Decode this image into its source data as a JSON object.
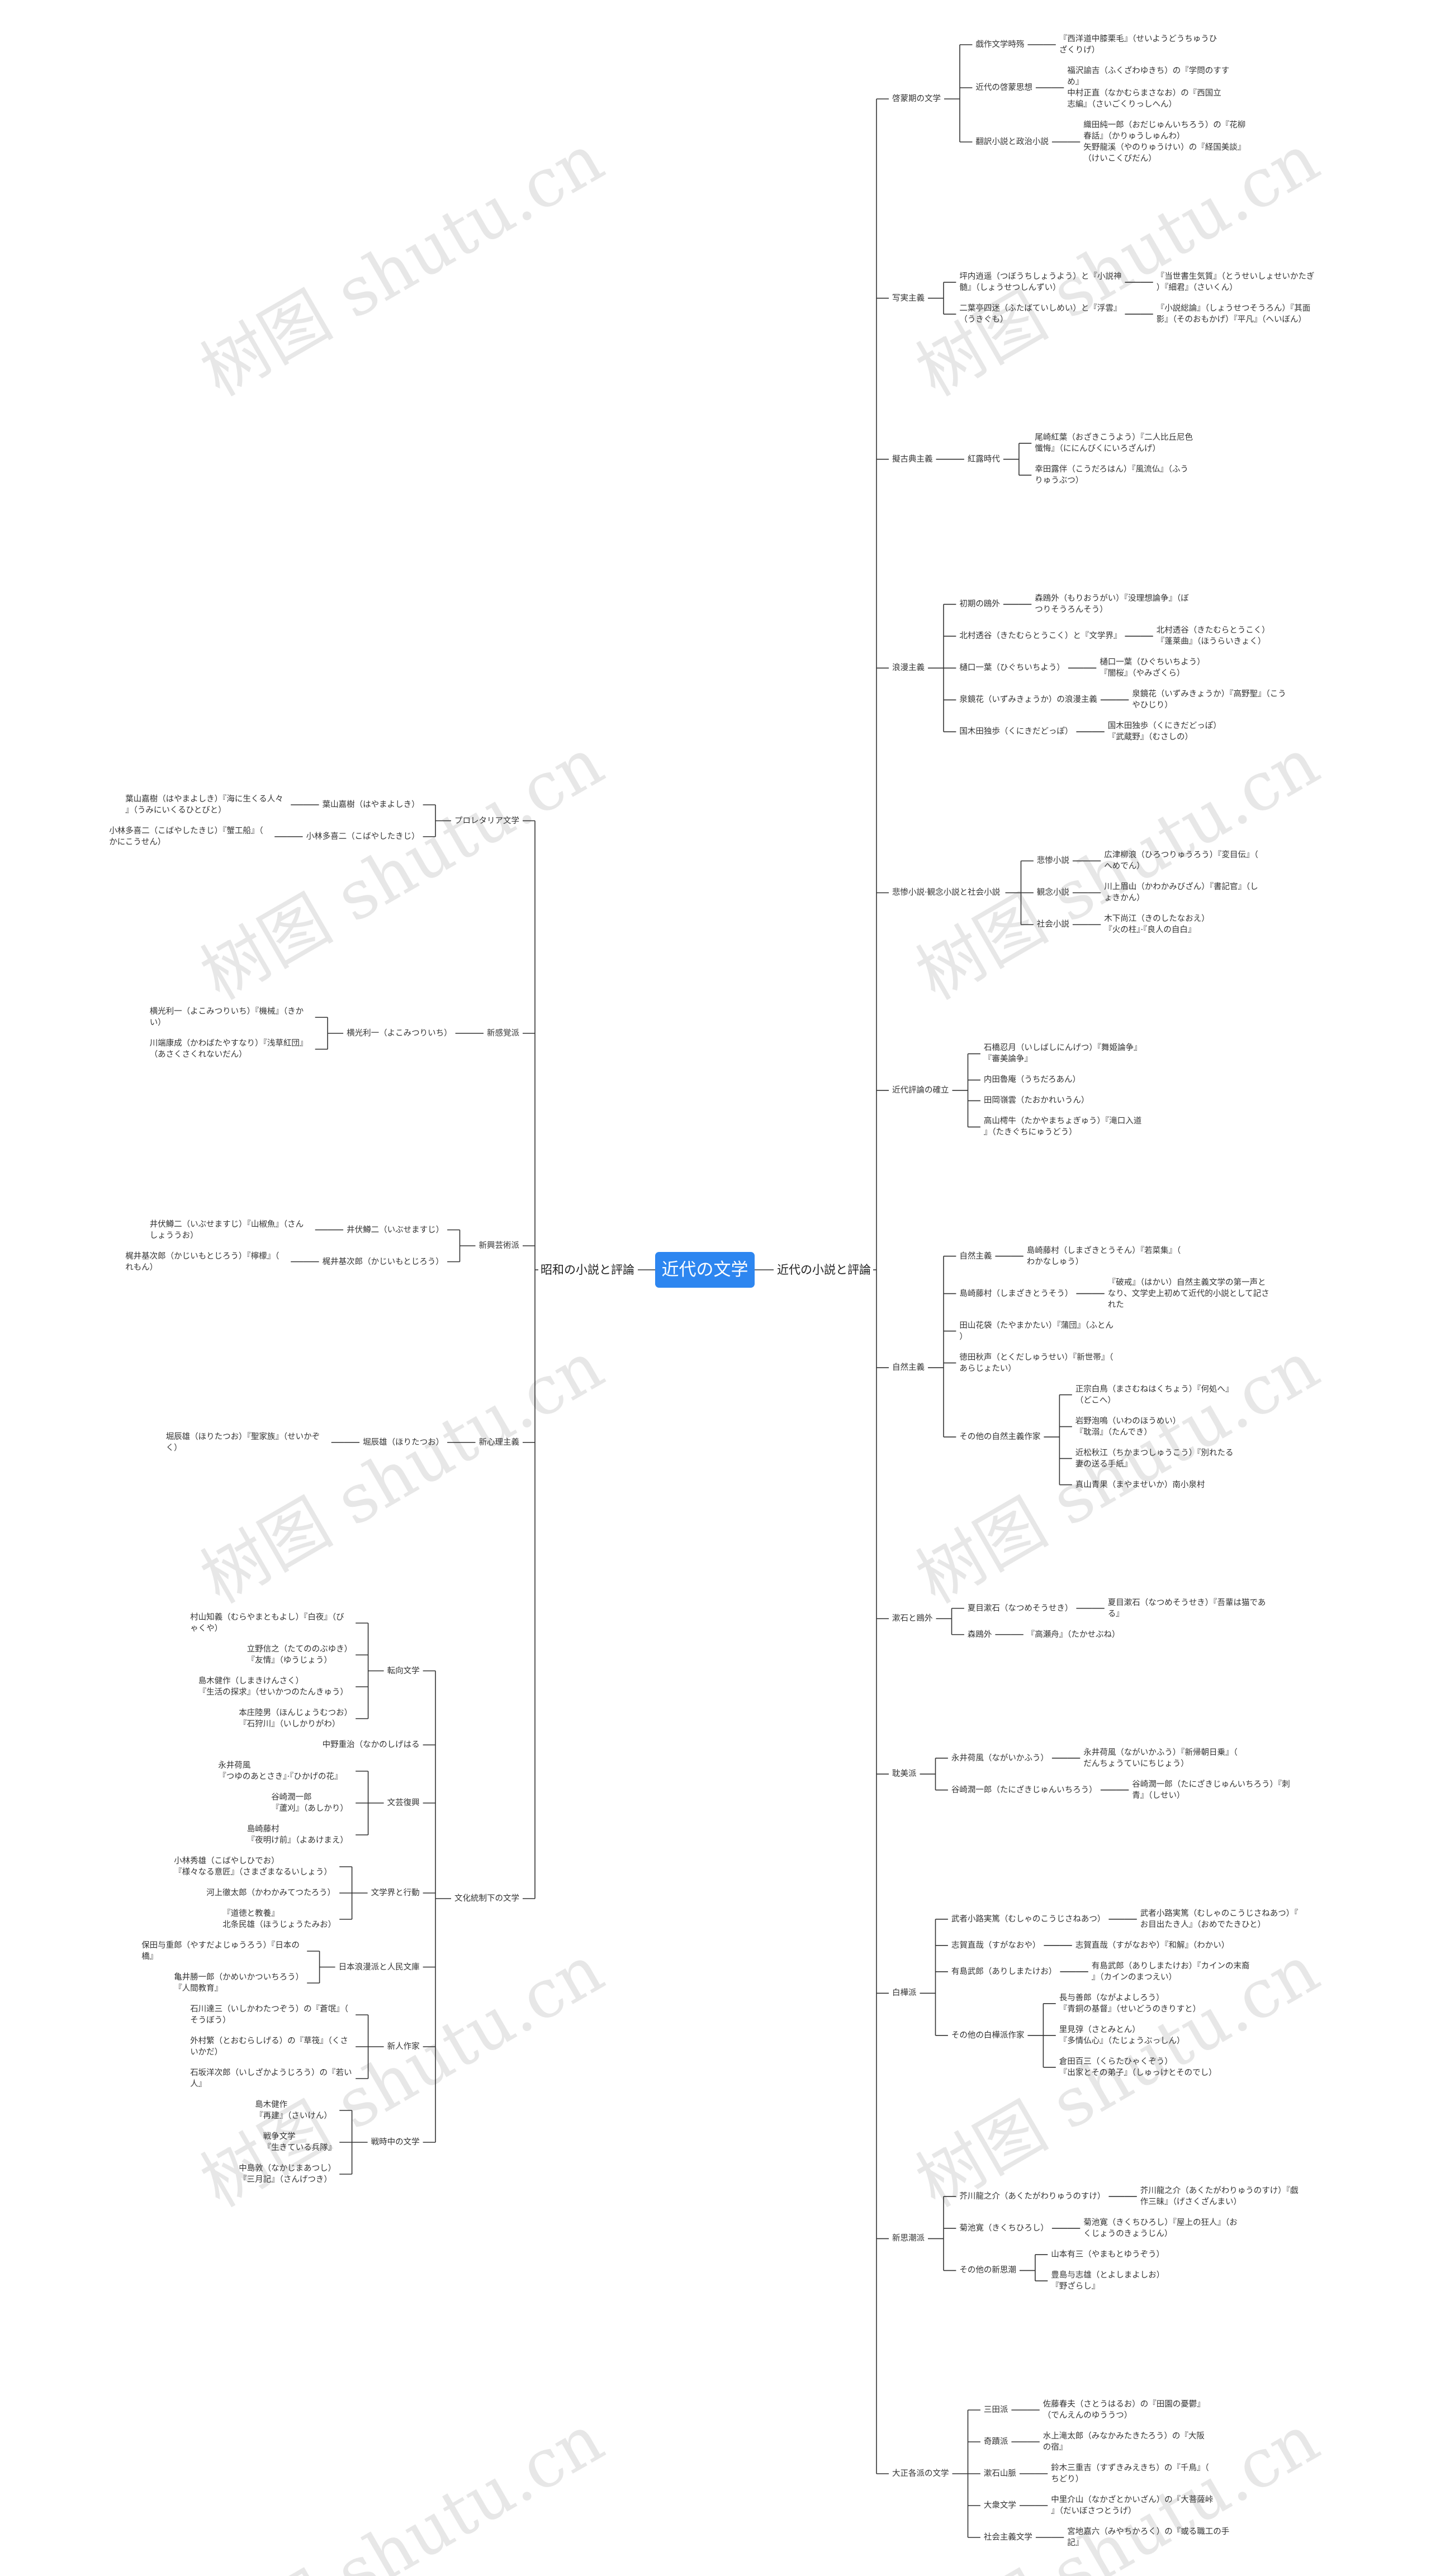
{
  "root": "近代の文学",
  "watermark": "树图 shutu.cn",
  "colors": {
    "root": "#2d86f0",
    "line": "#333333"
  },
  "right": {
    "label": "近代の小説と評論",
    "children": [
      {
        "label": "啓蒙期の文学",
        "children": [
          {
            "label": "戯作文学時殇",
            "children": [
              {
                "label": "『西洋道中膝栗毛』（せいようどうちゅうひ\nざくりげ）"
              }
            ]
          },
          {
            "label": "近代の啓蒙思想",
            "children": [
              {
                "label": "福沢諭吉（ふくざわゆきち）の『学問のすす\nめ』\n中村正直（なかむらまさなお）の『西国立\n志編』（さいごくりっしへん）"
              }
            ]
          },
          {
            "label": "翻訳小説と政治小説",
            "children": [
              {
                "label": "織田純一郎（おだじゅんいちろう）の『花柳\n春話』（かりゅうしゅんわ）\n矢野龍溪（やのりゅうけい）の『経国美談』\n（けいこくびだん）"
              }
            ]
          }
        ]
      },
      {
        "label": "写実主義",
        "children": [
          {
            "label": "坪内逍遥（つぼうちしょうよう）と『小説神\n髄』（しょうせつしんずい）",
            "children": [
              {
                "label": "『当世書生気質』（とうせいしょせいかたぎ\n）『細君』（さいくん）"
              }
            ]
          },
          {
            "label": "二葉亭四迷（ふたばていしめい）と『浮雲』\n（うきぐも）",
            "children": [
              {
                "label": "『小説総論』（しょうせつそうろん）『其面\n影』（そのおもかげ）『平凡』（へいぼん）"
              }
            ]
          }
        ]
      },
      {
        "label": "擬古典主義",
        "children": [
          {
            "label": "紅露時代",
            "children": [
              {
                "label": "尾崎紅葉（おざきこうよう）『二人比丘尼色\n懺悔』（ににんびくにいろざんげ）"
              },
              {
                "label": "幸田露伴（こうだろはん）『風流仏』（ふう\nりゅうぶつ）"
              }
            ]
          }
        ]
      },
      {
        "label": "浪漫主義",
        "children": [
          {
            "label": "初期の鴎外",
            "children": [
              {
                "label": "森鴎外（もりおうがい）『没理想論争』（ぼ\nつりそうろんそう）"
              }
            ]
          },
          {
            "label": "北村透谷（きたむらとうこく）と『文学界』",
            "children": [
              {
                "label": "北村透谷（きたむらとうこく）\n『蓬莱曲』（ほうらいきょく）"
              }
            ]
          },
          {
            "label": "樋口一葉（ひぐちいちよう）",
            "children": [
              {
                "label": "樋口一葉（ひぐちいちよう）\n『闇桜』（やみざくら）"
              }
            ]
          },
          {
            "label": "泉鏡花（いずみきょうか）の浪漫主義",
            "children": [
              {
                "label": "泉鏡花（いずみきょうか）『高野聖』（こう\nやひじり）"
              }
            ]
          },
          {
            "label": "国木田独歩（くにきだどっぽ）",
            "children": [
              {
                "label": "国木田独歩（くにきだどっぽ）\n『武蔵野』（むさしの）"
              }
            ]
          }
        ]
      },
      {
        "label": "悲惨小説·観念小説と社会小説",
        "children": [
          {
            "label": "悲惨小説",
            "children": [
              {
                "label": "広津柳浪（ひろつりゅうろう）『変目伝』（\nへめでん）"
              }
            ]
          },
          {
            "label": "観念小説",
            "children": [
              {
                "label": "川上眉山（かわかみびざん）『書記官』（し\nょきかん）"
              }
            ]
          },
          {
            "label": "社会小説",
            "children": [
              {
                "label": "木下尚江（きのしたなおえ）\n『火の柱』·『良人の自白』"
              }
            ]
          }
        ]
      },
      {
        "label": "近代評論の確立",
        "children": [
          {
            "label": "石橋忍月（いしばしにんげつ）『舞姫論争』\n『審美論争』"
          },
          {
            "label": "内田魯庵（うちだろあん）"
          },
          {
            "label": "田岡嶺雲（たおかれいうん）"
          },
          {
            "label": "高山樗牛（たかやまちょぎゅう）『滝口入道\n』（たきぐちにゅうどう）"
          }
        ]
      },
      {
        "label": "自然主義",
        "children": [
          {
            "label": "自然主義",
            "children": [
              {
                "label": "島崎藤村（しまざきとうそん）『若菜集』（\nわかなしゅう）"
              }
            ]
          },
          {
            "label": "島崎藤村（しまざきとうそう）",
            "children": [
              {
                "label": "『破戒』（はかい）自然主義文学の第一声と\nなり、文学史上初めて近代的小説として記さ\nれた"
              }
            ]
          },
          {
            "label": "田山花袋（たやまかたい）『蒲団』（ふとん\n）"
          },
          {
            "label": "徳田秋声（とくだしゅうせい）『新世帯』（\nあらじょたい）"
          },
          {
            "label": "その他の自然主義作家",
            "children": [
              {
                "label": "正宗白鳥（まさむねはくちょう）『何処へ』\n（どこへ）"
              },
              {
                "label": "岩野泡鳴（いわのほうめい）\n『耽溺』（たんでき）"
              },
              {
                "label": "近松秋江（ちかまつしゅうこう）『別れたる\n妻の送る手紙』"
              },
              {
                "label": "真山青果（まやませいか）南小泉村"
              }
            ]
          }
        ]
      },
      {
        "label": "漱石と鴎外",
        "children": [
          {
            "label": "夏目漱石（なつめそうせき）",
            "children": [
              {
                "label": "夏目漱石（なつめそうせき）『吾輩は猫であ\nる』"
              }
            ]
          },
          {
            "label": "森鴎外",
            "children": [
              {
                "label": "『高瀬舟』（たかせぶね）"
              }
            ]
          }
        ]
      },
      {
        "label": "耽美派",
        "children": [
          {
            "label": "永井荷風（ながいかふう）",
            "children": [
              {
                "label": "永井荷風（ながいかふう）『新帰朝日乗』（\nだんちょうていにちじょう）"
              }
            ]
          },
          {
            "label": "谷崎潤一郎（たにざきじゅんいちろう）",
            "children": [
              {
                "label": "谷崎潤一郎（たにざきじゅんいちろう）『刺\n青』（しせい）"
              }
            ]
          }
        ]
      },
      {
        "label": "白樺派",
        "children": [
          {
            "label": "武者小路実篤（むしゃのこうじさねあつ）",
            "children": [
              {
                "label": "武者小路実篤（むしゃのこうじさねあつ）『\nお目出たき人』（おめでたきひと）"
              }
            ]
          },
          {
            "label": "志賀直哉（すがなおや）",
            "children": [
              {
                "label": "志賀直哉（すがなおや）『和解』（わかい）"
              }
            ]
          },
          {
            "label": "有島武郎（ありしまたけお）",
            "children": [
              {
                "label": "有島武郎（ありしまたけお）『カインの末裔\n』（カインのまつえい）"
              }
            ]
          },
          {
            "label": "その他の白樺派作家",
            "children": [
              {
                "label": "長与善郎（ながよよしろう）\n『青銅の基督』（せいどうのきりすと）"
              },
              {
                "label": "里見弴（さとみとん）\n『多情仏心』（たじょうぶっしん）"
              },
              {
                "label": "倉田百三（くらたひゃくぞう）\n『出家とその弟子』（しゅっけとそのでし）"
              }
            ]
          }
        ]
      },
      {
        "label": "新思潮派",
        "children": [
          {
            "label": "芥川龍之介（あくたがわりゅうのすけ）",
            "children": [
              {
                "label": "芥川龍之介（あくたがわりゅうのすけ）『戯\n作三昧』（げさくざんまい）"
              }
            ]
          },
          {
            "label": "菊池寛（きくちひろし）",
            "children": [
              {
                "label": "菊池寛（きくちひろし）『屋上の狂人』（お\nくじょうのきょうじん）"
              }
            ]
          },
          {
            "label": "その他の新思潮",
            "children": [
              {
                "label": "山本有三（やまもとゆうぞう）"
              },
              {
                "label": "豊島与志雄（とよしまよしお）\n『野ざらし』"
              }
            ]
          }
        ]
      },
      {
        "label": "大正各派の文学",
        "children": [
          {
            "label": "三田派",
            "children": [
              {
                "label": "佐藤春夫（さとうはるお）の『田園の憂鬱』\n（でんえんのゆううつ）"
              }
            ]
          },
          {
            "label": "奇蹟派",
            "children": [
              {
                "label": "水上滝太郎（みなかみたきたろう）の『大阪\nの宿』"
              }
            ]
          },
          {
            "label": "漱石山脈",
            "children": [
              {
                "label": "鈴木三重吉（すずきみえきち）の『千鳥』（\nちどり）"
              }
            ]
          },
          {
            "label": "大衆文学",
            "children": [
              {
                "label": "中里介山（なかざとかいざん）の『大菩薩峠\n』（だいぼさつとうげ）"
              }
            ]
          },
          {
            "label": "社会主義文学",
            "children": [
              {
                "label": "宮地嘉六（みやちかろく）の『或る職工の手\n記』"
              }
            ]
          }
        ]
      }
    ]
  },
  "left": {
    "label": "昭和の小説と評論",
    "children": [
      {
        "label": "プロレタリア文学",
        "children": [
          {
            "label": "葉山嘉樹（はやまよしき）",
            "children": [
              {
                "label": "葉山嘉樹（はやまよしき）『海に生くる人々\n』（うみにいくるひとびと）"
              }
            ]
          },
          {
            "label": "小林多喜二（こばやしたきじ）",
            "children": [
              {
                "label": "小林多喜二（こばやしたきじ）『蟹工船』（\nかにこうせん）"
              }
            ]
          }
        ]
      },
      {
        "label": "新感覚派",
        "children": [
          {
            "label": "横光利一（よこみつりいち）",
            "children": [
              {
                "label": "横光利一（よこみつりいち）『機械』（きか\nい）"
              },
              {
                "label": "川端康成（かわばたやすなり）『浅草紅団』\n（あさくさくれないだん）"
              }
            ]
          }
        ]
      },
      {
        "label": "新興芸術派",
        "children": [
          {
            "label": "井伏鱒二（いぶせますじ）",
            "children": [
              {
                "label": "井伏鱒二（いぶせますじ）『山椒魚』（さん\nしょううお）"
              }
            ]
          },
          {
            "label": "梶井基次郎（かじいもとじろう）",
            "children": [
              {
                "label": "梶井基次郎（かじいもとじろう）『檸檬』（\nれもん）"
              }
            ]
          }
        ]
      },
      {
        "label": "新心理主義",
        "children": [
          {
            "label": "堀辰雄（ほりたつお）",
            "children": [
              {
                "label": "堀辰雄（ほりたつお）『聖家族』（せいかぞ\nく）"
              }
            ]
          }
        ]
      },
      {
        "label": "文化統制下の文学",
        "children": [
          {
            "label": "転向文学",
            "children": [
              {
                "label": "村山知義（むらやまともよし）『白夜』（び\nゃくや）"
              },
              {
                "label": "立野信之（たてののぶゆき）\n『友情』（ゆうじょう）"
              },
              {
                "label": "島木健作（しまきけんさく）\n『生活の探求』（せいかつのたんきゅう）"
              },
              {
                "label": "本庄陸男（ほんじょうむつお）\n『石狩川』（いしかりがわ）"
              }
            ]
          },
          {
            "label": "中野重治（なかのしげはる"
          },
          {
            "label": "文芸復興",
            "children": [
              {
                "label": "永井荷風\n『つゆのあとさき』·『ひかげの花』"
              },
              {
                "label": "谷崎潤一郎\n『蘆刈』（あしかり）"
              },
              {
                "label": "島崎藤村\n『夜明け前』（よあけまえ）"
              }
            ]
          },
          {
            "label": "文学界と行動",
            "children": [
              {
                "label": "小林秀雄（こばやしひでお）\n『様々なる意匠』（さまざまなるいしょう）"
              },
              {
                "label": "河上徹太郎（かわかみてつたろう）"
              },
              {
                "label": "『道徳と教養』\n北条民雄（ほうじょうたみお）"
              }
            ]
          },
          {
            "label": "日本浪漫派と人民文庫",
            "children": [
              {
                "label": "保田与重郎（やすだよじゅうろう）『日本の\n橋』"
              },
              {
                "label": "亀井勝一郎（かめいかついちろう）\n『人間教育』"
              }
            ]
          },
          {
            "label": "新人作家",
            "children": [
              {
                "label": "石川達三（いしかわたつぞう）の『蒼氓』（\nそうぼう）"
              },
              {
                "label": "外村繁（とおむらしげる）の『草筏』（くさ\nいかだ）"
              },
              {
                "label": "石坂洋次郎（いしざかようじろう）の『若い\n人』"
              }
            ]
          },
          {
            "label": "戦時中の文学",
            "children": [
              {
                "label": "島木健作\n『再建』（さいけん）"
              },
              {
                "label": "戦争文学\n『生きている兵隊』"
              },
              {
                "label": "中島敦（なかじまあつし）\n『三月記』（さんげつき）"
              }
            ]
          }
        ]
      }
    ]
  }
}
